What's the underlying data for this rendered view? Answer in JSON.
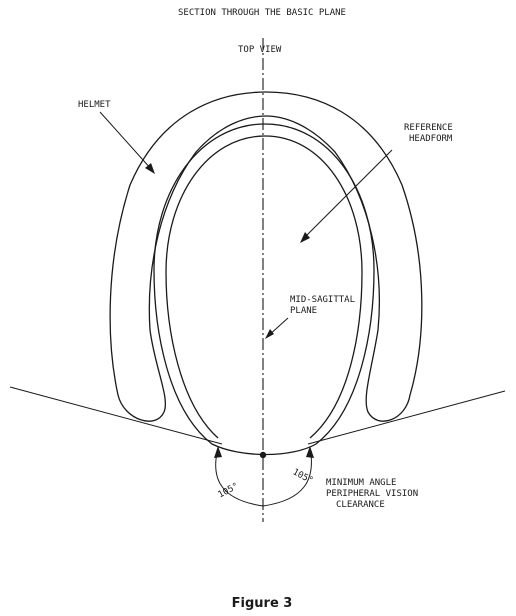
{
  "figure": {
    "section_title": "SECTION THROUGH THE BASIC PLANE",
    "view_label": "TOP VIEW",
    "labels": {
      "helmet": "HELMET",
      "reference_headform_line1": "REFERENCE",
      "reference_headform_line2": "HEADFORM",
      "mid_sagittal_line1": "MID-SAGITTAL",
      "mid_sagittal_line2": "PLANE",
      "min_angle_line1": "MINIMUM ANGLE",
      "min_angle_line2": "PERIPHERAL VISION",
      "min_angle_line3": "CLEARANCE"
    },
    "angles": {
      "left": "105°",
      "right": "105°"
    },
    "caption": "Figure 3"
  }
}
